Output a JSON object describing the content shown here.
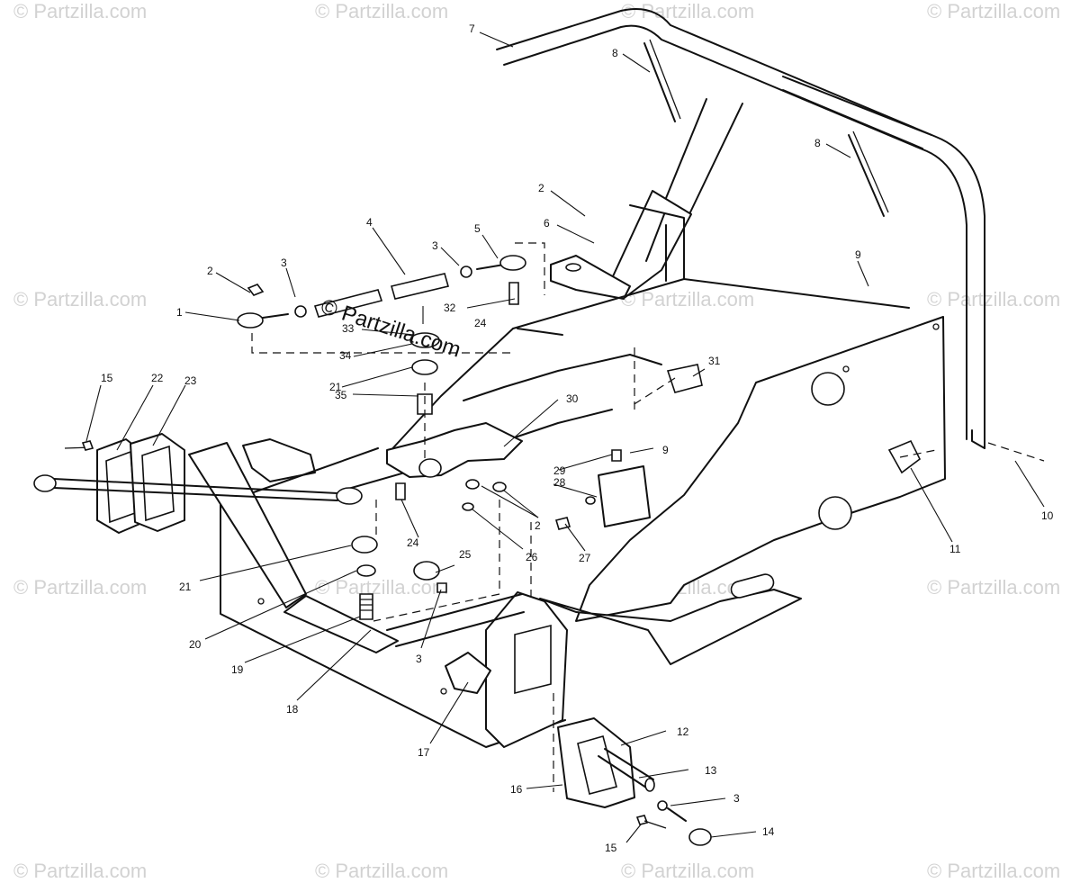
{
  "watermark": {
    "text": "© Partzilla.com",
    "center_text": "© Partzilla.com"
  },
  "callouts": {
    "c7": "7",
    "c8a": "8",
    "c8b": "8",
    "c9a": "9",
    "c9b": "9",
    "c10": "10",
    "c11": "11",
    "c2a": "2",
    "c6": "6",
    "c5": "5",
    "c4": "4",
    "c3a": "3",
    "c3b": "3",
    "c2b": "2",
    "c1": "1",
    "c32": "32",
    "c33": "33",
    "c34": "34",
    "c21a": "21",
    "c35": "35",
    "c24a": "24",
    "c31": "31",
    "c30": "30",
    "c29": "29",
    "c28": "28",
    "c2c": "2",
    "c27": "27",
    "c26": "26",
    "c25": "25",
    "c24b": "24",
    "c21b": "21",
    "c20": "20",
    "c19": "19",
    "c18": "18",
    "c3c": "3",
    "c17": "17",
    "c15a": "15",
    "c22": "22",
    "c23": "23",
    "c12": "12",
    "c13": "13",
    "c16": "16",
    "c3d": "3",
    "c14": "14",
    "c15b": "15"
  }
}
